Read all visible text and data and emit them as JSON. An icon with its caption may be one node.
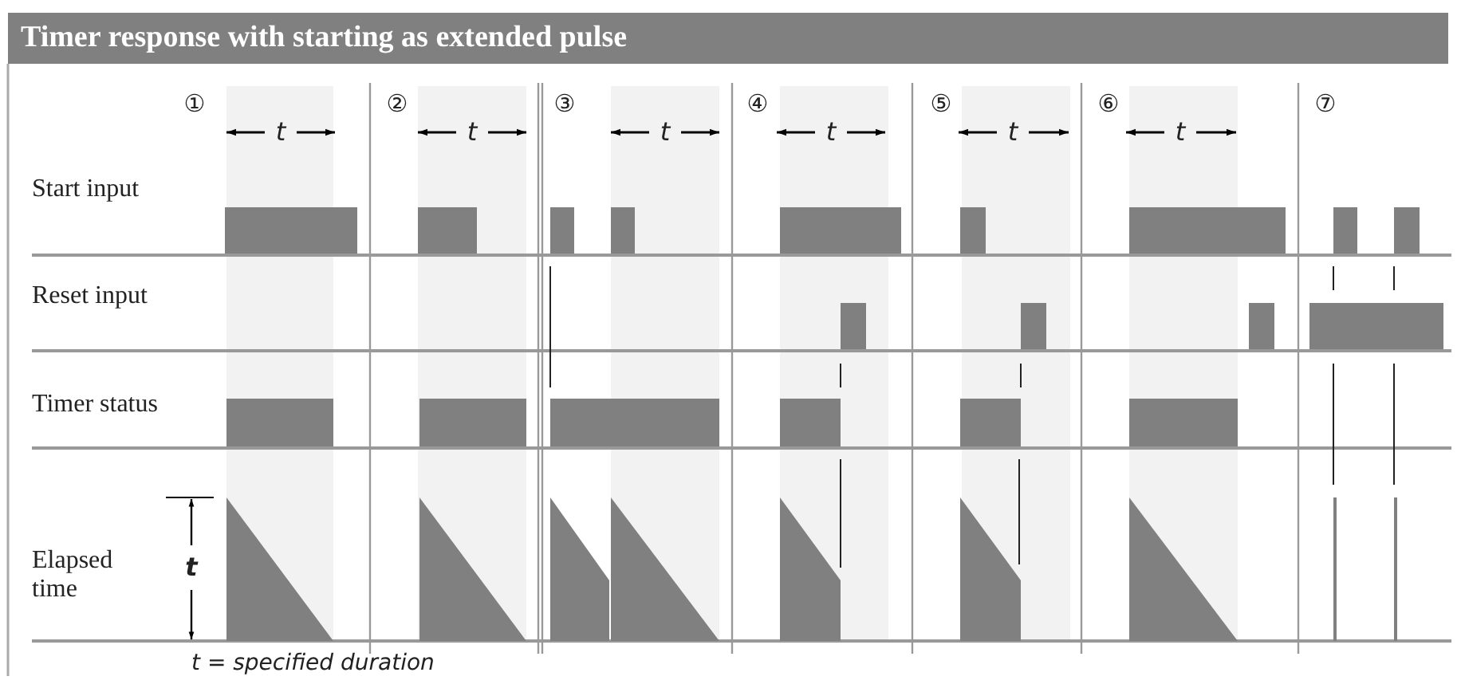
{
  "diagram": {
    "title": "Timer response with starting as extended pulse",
    "labels": [
      "①",
      "t",
      "②",
      "t",
      "③",
      "t",
      "④",
      "t",
      "⑤",
      "t",
      "⑥",
      "t",
      "⑦",
      "Start input",
      "Reset input",
      "Timer status",
      "Elapsed time",
      "t",
      "t = specified duration"
    ]
  }
}
